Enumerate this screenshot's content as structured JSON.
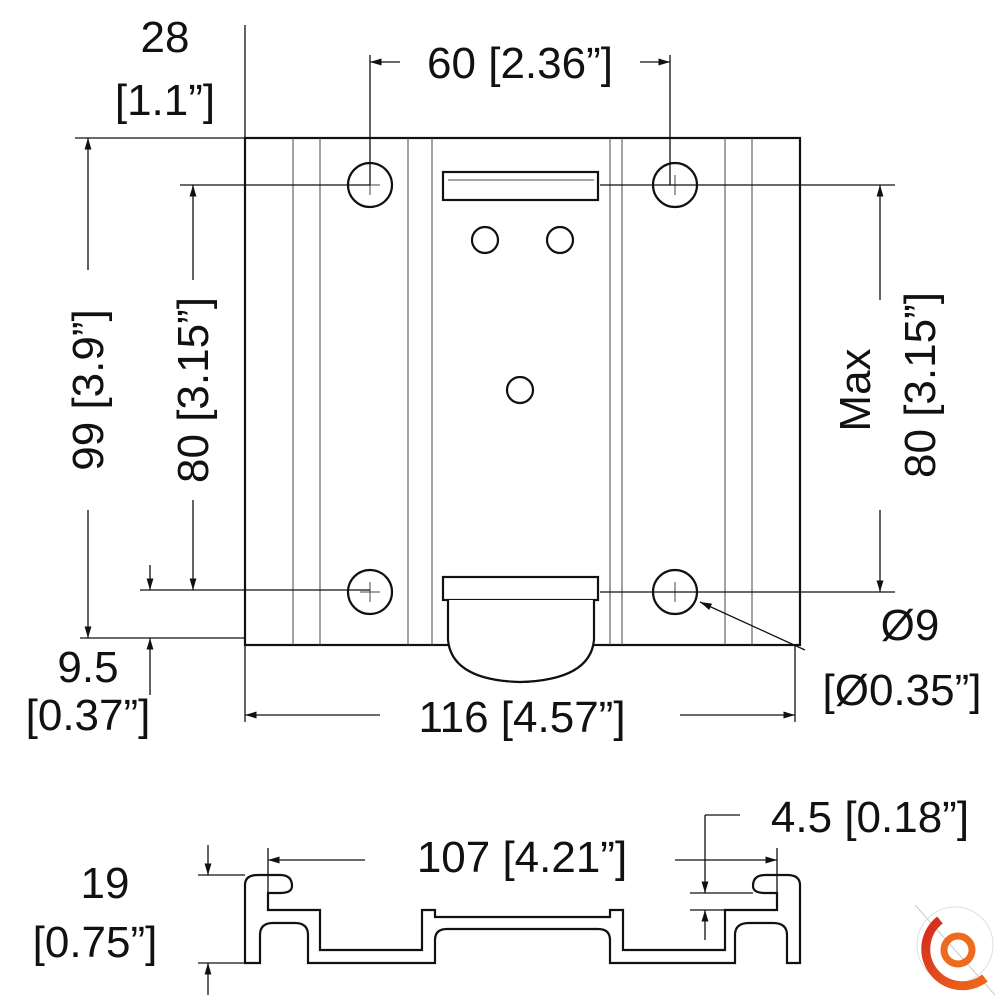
{
  "top_view": {
    "width_label": "116 [4.57”]",
    "height_label": "99 [3.9”]",
    "hole_vertical_spacing_label": "80 [3.15”]",
    "hole_horizontal_spacing_label": "60 [2.36”]",
    "max_label": "Max",
    "max_spacing_label": "80 [3.15”]",
    "offset_top_value": "28",
    "offset_top_inch": "[1.1”]",
    "offset_bottom_value": "9.5",
    "offset_bottom_inch": "[0.37”]",
    "hole_diameter_value": "Ø9",
    "hole_diameter_inch": "[Ø0.35”]"
  },
  "profile_view": {
    "rail_width_label": "107 [4.21”]",
    "slot_label": "4.5 [0.18”]",
    "height_value": "19",
    "height_inch": "[0.75”]"
  },
  "logo": {
    "colors": [
      "#d42a1e",
      "#ee6a1c"
    ]
  }
}
